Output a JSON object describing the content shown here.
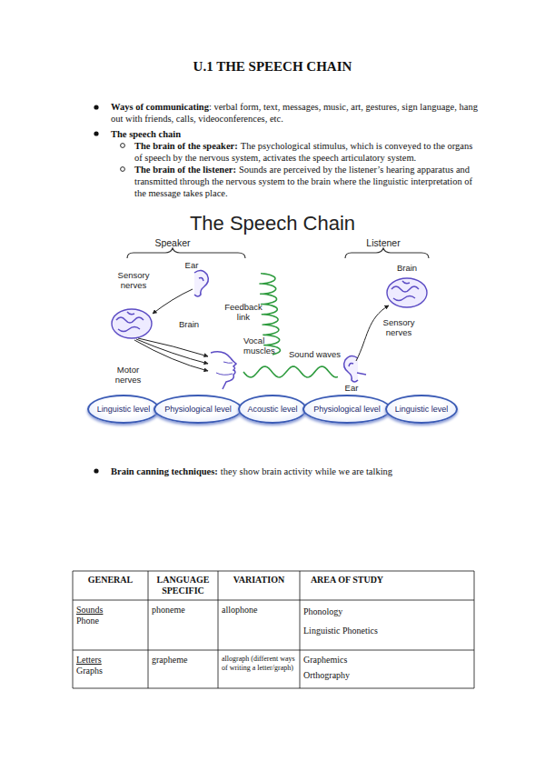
{
  "diagram": {
    "title": "U.1 THE SPEECH CHAIN",
    "nodes": [
      {
        "text": [
          "Linguistic level"
        ]
      },
      {
        "text": [
          "Physiological level"
        ]
      },
      {
        "text": [
          "Acoustic level"
        ]
      },
      {
        "text": [
          "Physiological level"
        ]
      },
      {
        "text": [
          "Linguistic level"
        ]
      }
    ],
    "edges": [
      {
        "from": 0,
        "to": 1,
        "arrow": "to"
      },
      {
        "from": 1,
        "to": 2,
        "arrow": "to"
      },
      {
        "from": 2,
        "to": 3,
        "arrow": "to"
      },
      {
        "from": 3,
        "to": 4,
        "arrow": "to"
      }
    ],
    "labels": [
      "Ways of communicating",
      ": verbal form, text, messages, music, art, gestures, sign language, hang out with friends, calls, videoconferences, etc.",
      "The speech chain",
      "The brain of the speaker:",
      "The psychological stimulus, which is conveyed to the organs of speech by the nervous system, activates the speech articulatory system.",
      "The brain of the listener:",
      "Sounds are perceived by the listener’s hearing apparatus and transmitted through the nervous system to the brain where the linguistic interpretation of the message takes place.",
      "The Speech Chain",
      "Speaker",
      "Listener",
      "Ear",
      "Sensory nerves",
      "Feedback link",
      "Brain",
      "Vocal muscles",
      "Sound waves",
      "Motor nerves",
      "Brain",
      "Sensory nerves",
      "Ear",
      "Brain canning techniques:",
      "they show brain activity while we are talking",
      "GENERAL",
      "LANGUAGE SPECIFIC",
      "VARIATION",
      "AREA OF STUDY",
      "Sounds",
      "Phone",
      "phoneme",
      "allophone",
      "Phonology",
      "Linguistic Phonetics",
      "Letters",
      "Graphs",
      "grapheme",
      "allograph (different ways of writing a letter/graph)",
      "Graphemics",
      "Orthography"
    ]
  }
}
